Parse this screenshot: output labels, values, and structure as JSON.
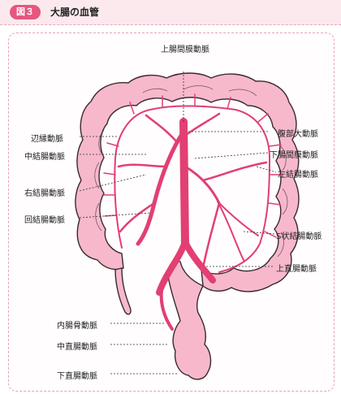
{
  "header": {
    "figure_number": "図３",
    "title": "大腸の血管"
  },
  "labels": {
    "superior_mesenteric_artery": "上腸間膜動脈",
    "marginal_artery": "辺縁動脈",
    "middle_colic_artery": "中結腸動脈",
    "right_colic_artery": "右結腸動脈",
    "ileocolic_artery": "回結腸動脈",
    "abdominal_aorta": "腹部大動脈",
    "inferior_mesenteric_artery": "下腸間膜動脈",
    "left_colic_artery": "左結腸動脈",
    "sigmoid_arteries": "S状結腸動脈",
    "superior_rectal_artery": "上直腸動脈",
    "internal_iliac_artery": "内腸骨動脈",
    "middle_rectal_artery": "中直腸動脈",
    "inferior_rectal_artery": "下直腸動脈"
  },
  "colors": {
    "accent": "#e5577f",
    "colon_fill": "#f7b8cc",
    "colon_stroke": "#3a2a30",
    "vessel": "#e23f73"
  }
}
